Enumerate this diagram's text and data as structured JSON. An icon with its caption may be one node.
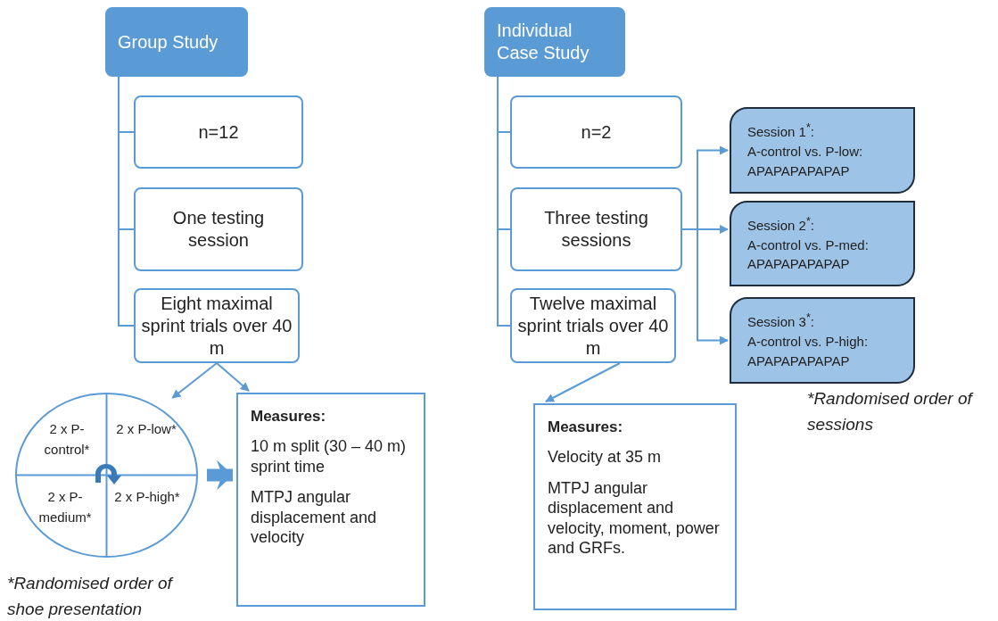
{
  "diagram": {
    "nodes": [
      {
        "text": [
          "Group Study"
        ]
      },
      {
        "text": [
          "n=12"
        ]
      },
      {
        "text": [
          "One testing session"
        ]
      },
      {
        "text": [
          "Eight maximal sprint trials over 40 m"
        ]
      },
      {
        "text": [
          "2 x P-control*",
          "2 x P-low*",
          "2 x P-medium*",
          "2 x P-high*"
        ]
      },
      {
        "text": [
          "Measures:",
          "10 m split (30 – 40 m) sprint time",
          "MTPJ angular displacement and velocity"
        ]
      },
      {
        "text": [
          "Individual Case Study"
        ]
      },
      {
        "text": [
          "n=2"
        ]
      },
      {
        "text": [
          "Three testing sessions"
        ]
      },
      {
        "text": [
          "Twelve maximal sprint trials over 40 m"
        ]
      },
      {
        "text": [
          "Measures:",
          "Velocity at 35 m",
          "MTPJ angular displacement and velocity, moment, power and GRFs."
        ]
      },
      {
        "text": [
          "Session 1$^{*}$:",
          "A-control vs. P-low:",
          "APAPAPAPAPAP"
        ]
      },
      {
        "text": [
          "Session 2$^{*}$:",
          "A-control vs. P-med:",
          "APAPAPAPAPAP"
        ]
      },
      {
        "text": [
          "Session 3$^{*}$:",
          "A-control vs. P-high:",
          "APAPAPAPAPAP"
        ]
      }
    ],
    "edges": [
      {
        "from": 0,
        "to": 1,
        "arrow": "none"
      },
      {
        "from": 0,
        "to": 2,
        "arrow": "none"
      },
      {
        "from": 0,
        "to": 3,
        "arrow": "none"
      },
      {
        "from": 3,
        "to": 4,
        "arrow": "to"
      },
      {
        "from": 3,
        "to": 5,
        "arrow": "to"
      },
      {
        "from": 4,
        "to": 5,
        "arrow": "to",
        "style": "thick"
      },
      {
        "from": 6,
        "to": 7,
        "arrow": "none"
      },
      {
        "from": 6,
        "to": 8,
        "arrow": "none"
      },
      {
        "from": 6,
        "to": 9,
        "arrow": "none"
      },
      {
        "from": 9,
        "to": 10,
        "arrow": "to"
      },
      {
        "from": 8,
        "to": 11,
        "arrow": "to"
      },
      {
        "from": 8,
        "to": 12,
        "arrow": "to"
      },
      {
        "from": 8,
        "to": 13,
        "arrow": "to"
      }
    ],
    "labels": [
      "*Randomised order of sessions",
      "*Randomised order of shoe presentation"
    ]
  }
}
